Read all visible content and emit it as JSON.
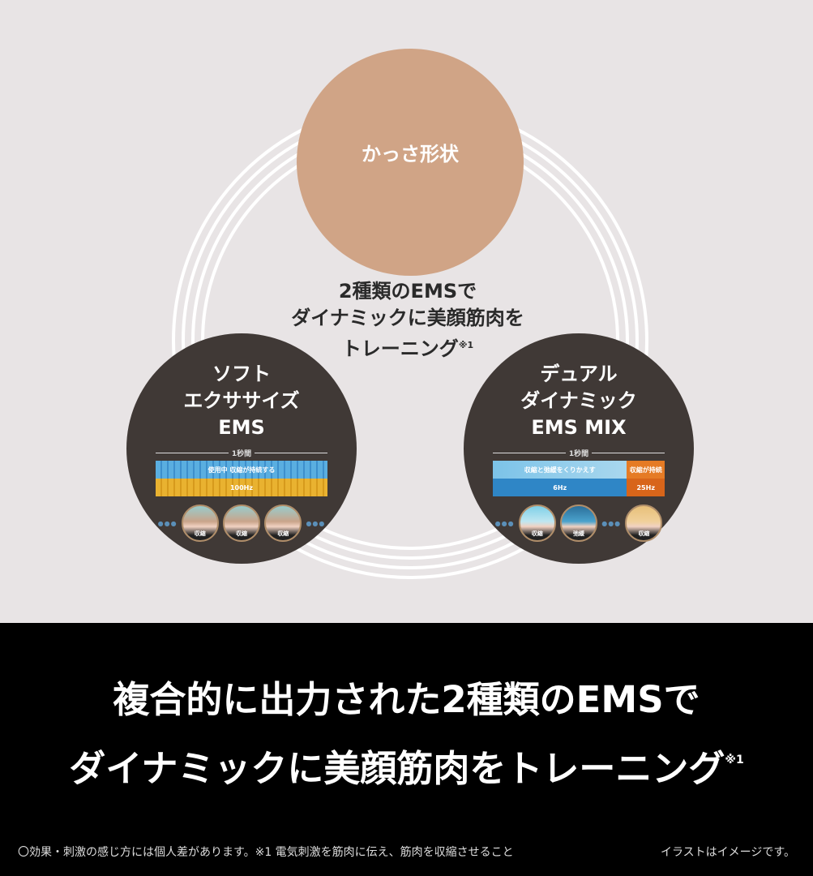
{
  "top_circle": {
    "label": "かっさ形状",
    "color": "#d0a486"
  },
  "center": {
    "line1": "2種類のEMSで",
    "line2": "ダイナミックに美顔筋肉を",
    "line3": "トレーニング",
    "note_mark": "※1"
  },
  "left_circle": {
    "title": [
      "ソフト",
      "エクササイズ",
      "EMS"
    ],
    "ruler": "1秒間",
    "upper": "使用中 収縮が持続する",
    "lower": "100Hz",
    "balls": [
      "収縮",
      "収縮",
      "収縮"
    ]
  },
  "right_circle": {
    "title": [
      "デュアル",
      "ダイナミック",
      "EMS MIX"
    ],
    "ruler": "1秒間",
    "seg1_upper": "収縮と弛緩をくりかえす",
    "seg1_lower": "6Hz",
    "seg2_upper": "収縮が持続",
    "seg2_lower": "25Hz",
    "balls": [
      "収縮",
      "弛緩",
      "収縮"
    ]
  },
  "headline": {
    "line1": "複合的に出力された2種類のEMSで",
    "line2": "ダイナミックに美顔筋肉をトレーニング",
    "note_mark": "※1"
  },
  "footer": {
    "disclaimer": "〇効果・刺激の感じ方には個人差があります。※1 電気刺激を筋肉に伝え、筋肉を収縮させること",
    "illustration_note": "イラストはイメージです。"
  }
}
